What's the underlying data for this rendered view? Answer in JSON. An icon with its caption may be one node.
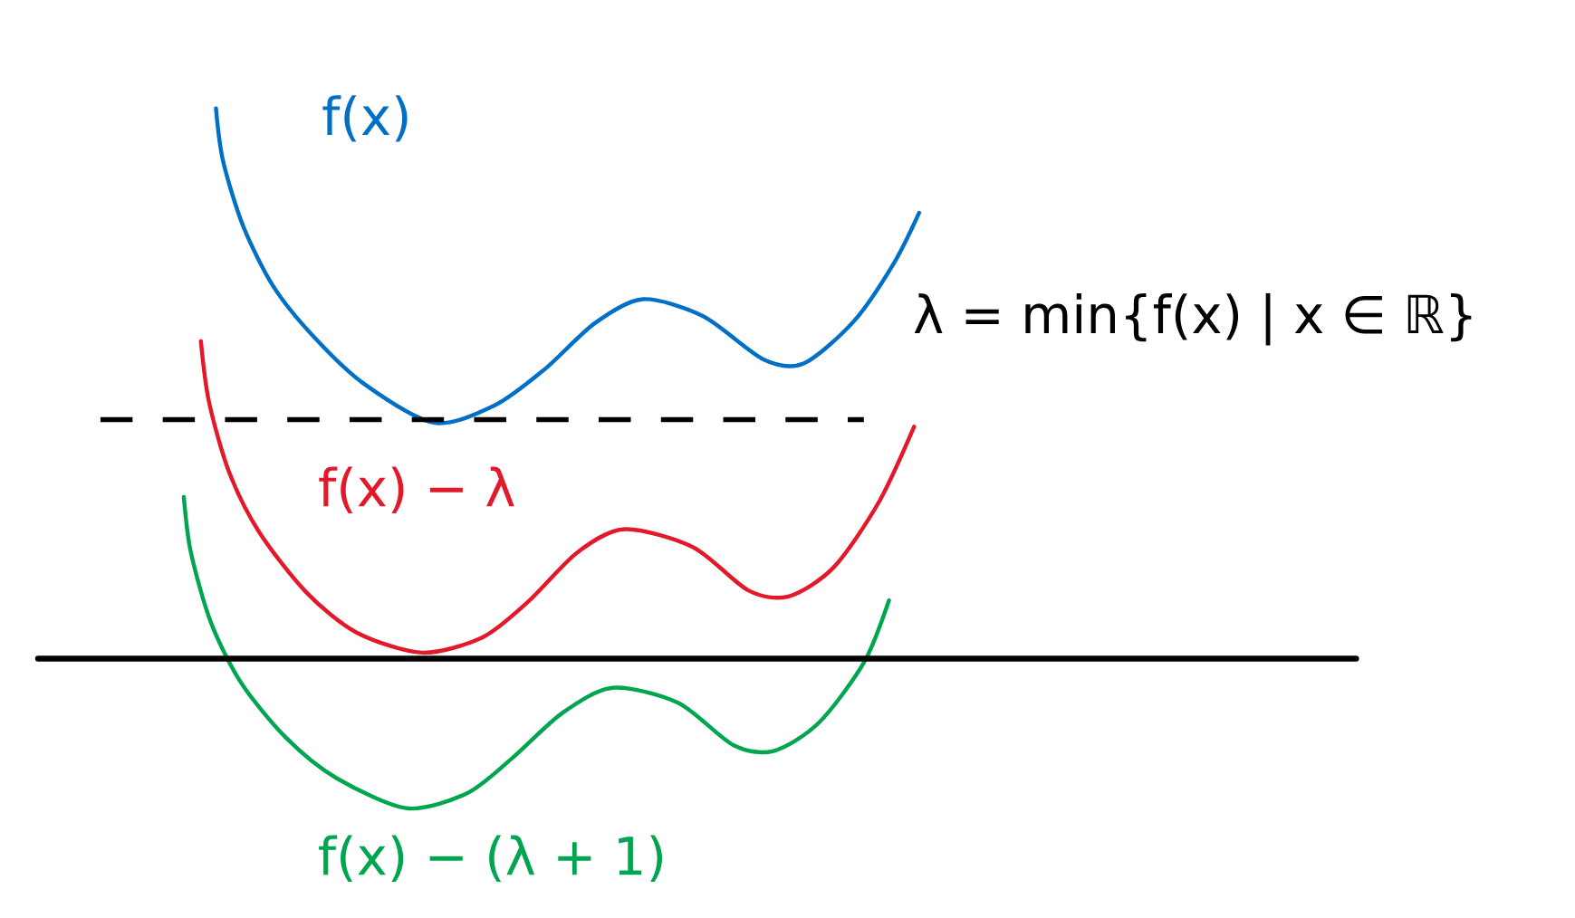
{
  "diagram": {
    "labels": [
      "f(x)",
      "λ = min{f(x) | x ∈ ℝ}",
      "f(x) − λ",
      "f(x) − (λ + 1)"
    ]
  }
}
